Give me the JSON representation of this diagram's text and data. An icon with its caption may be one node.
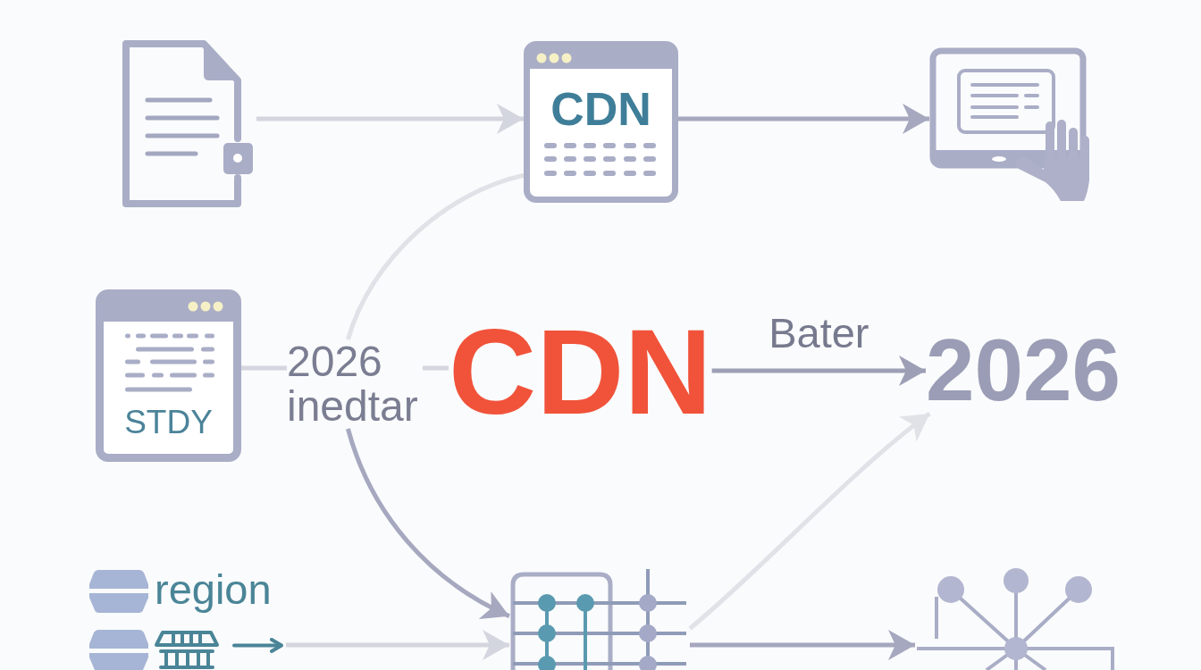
{
  "diagram": {
    "nodes": [
      {
        "text": [],
        "shape": "picture"
      },
      {
        "text": [
          "CDN"
        ]
      },
      {
        "text": [],
        "shape": "picture"
      },
      {
        "text": [
          "STDY"
        ]
      },
      {
        "text": [
          "2026 inedtar"
        ]
      },
      {
        "text": [
          "CDN"
        ]
      },
      {
        "text": [
          "2026"
        ]
      },
      {
        "text": [
          "region"
        ]
      },
      {
        "text": [],
        "shape": "picture"
      },
      {
        "text": [],
        "shape": "picture"
      }
    ],
    "edges": [
      {
        "from": 0,
        "to": 1,
        "arrow": "to"
      },
      {
        "from": 1,
        "to": 2,
        "arrow": "to",
        "color": "#a5a8bf"
      },
      {
        "from": 3,
        "to": 4,
        "arrow": "none"
      },
      {
        "from": 4,
        "to": 5,
        "arrow": "none"
      },
      {
        "from": 1,
        "to": 4,
        "arrow": "none",
        "color": "#e1e2e8"
      },
      {
        "from": 4,
        "to": 8,
        "arrow": "to",
        "color": "#a5a8bf"
      },
      {
        "from": 5,
        "to": 6,
        "arrow": "to",
        "label": "Bater",
        "color": "#9c9fb5"
      },
      {
        "from": 7,
        "to": 8,
        "arrow": "to"
      },
      {
        "from": 8,
        "to": 9,
        "arrow": "to",
        "color": "#a5a8bf"
      },
      {
        "from": 8,
        "to": 6,
        "arrow": "to",
        "color": "#e1e2e8"
      }
    ]
  }
}
